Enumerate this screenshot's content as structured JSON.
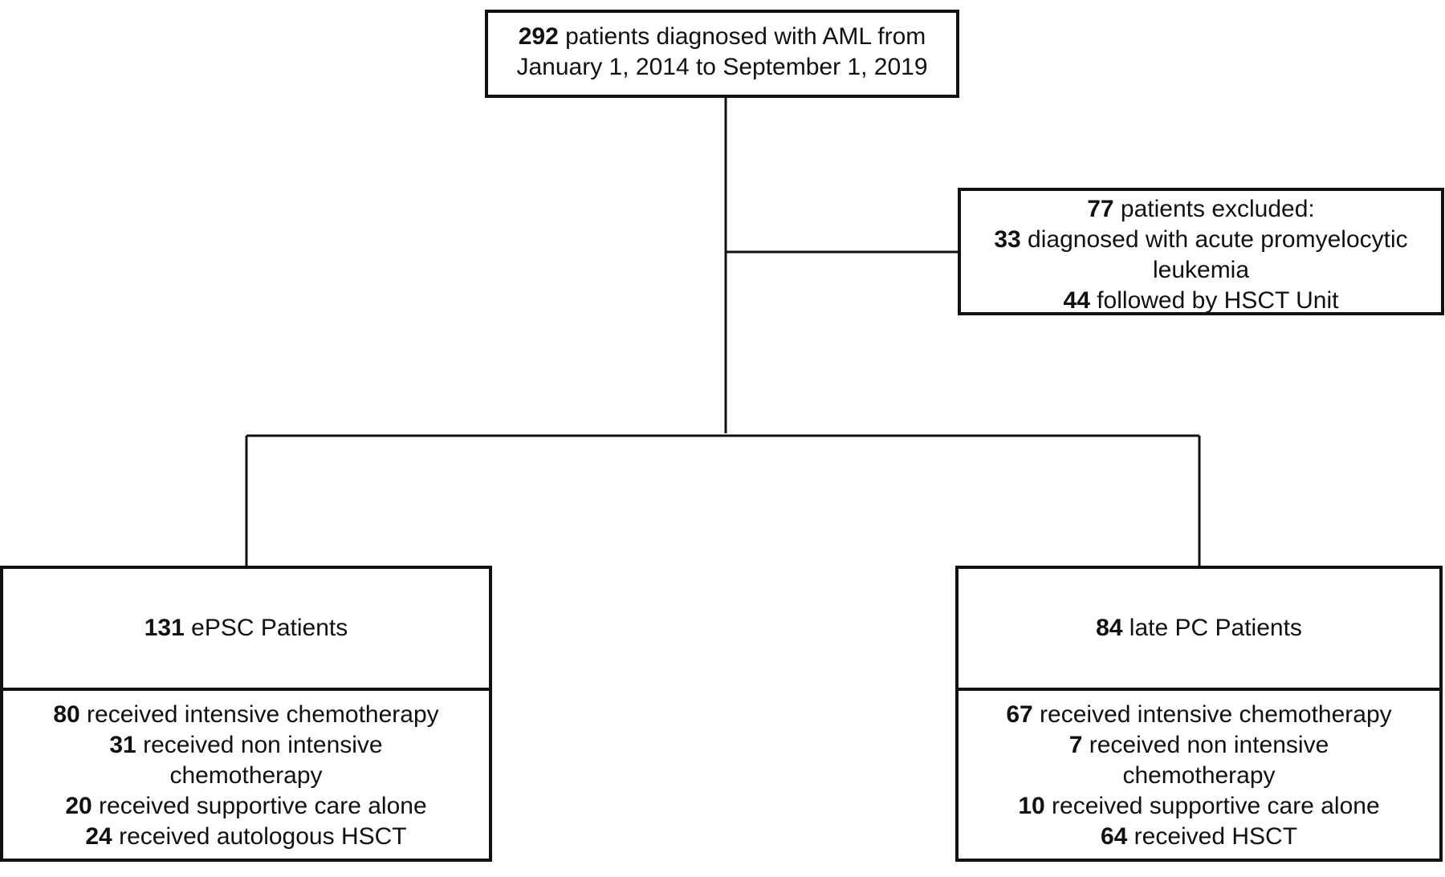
{
  "diagram": {
    "top_box": {
      "line1_num": "292",
      "line1_text": " patients diagnosed with AML from",
      "line2_text": "January 1, 2014 to September 1, 2019"
    },
    "excluded_box": {
      "line1_num": "77",
      "line1_text": " patients excluded:",
      "line2_num": "33",
      "line2_text": " diagnosed with acute promyelocytic",
      "line3_text": "leukemia",
      "line4_num": "44",
      "line4_text": " followed by HSCT Unit"
    },
    "left_group": {
      "title_num": "131",
      "title_text": " ePSC Patients",
      "items": [
        {
          "num": "80",
          "text": " received intensive chemotherapy"
        },
        {
          "num": "31",
          "text": " received non intensive"
        },
        {
          "num": "",
          "text": "chemotherapy"
        },
        {
          "num": "20",
          "text": " received supportive care alone"
        },
        {
          "num": "24",
          "text": " received autologous HSCT"
        }
      ]
    },
    "right_group": {
      "title_num": "84",
      "title_text": " late PC Patients",
      "items": [
        {
          "num": "67",
          "text": " received intensive chemotherapy"
        },
        {
          "num": "7",
          "text": " received non intensive"
        },
        {
          "num": "",
          "text": "chemotherapy"
        },
        {
          "num": "10",
          "text": " received supportive care alone"
        },
        {
          "num": "64",
          "text": " received HSCT"
        }
      ]
    }
  }
}
